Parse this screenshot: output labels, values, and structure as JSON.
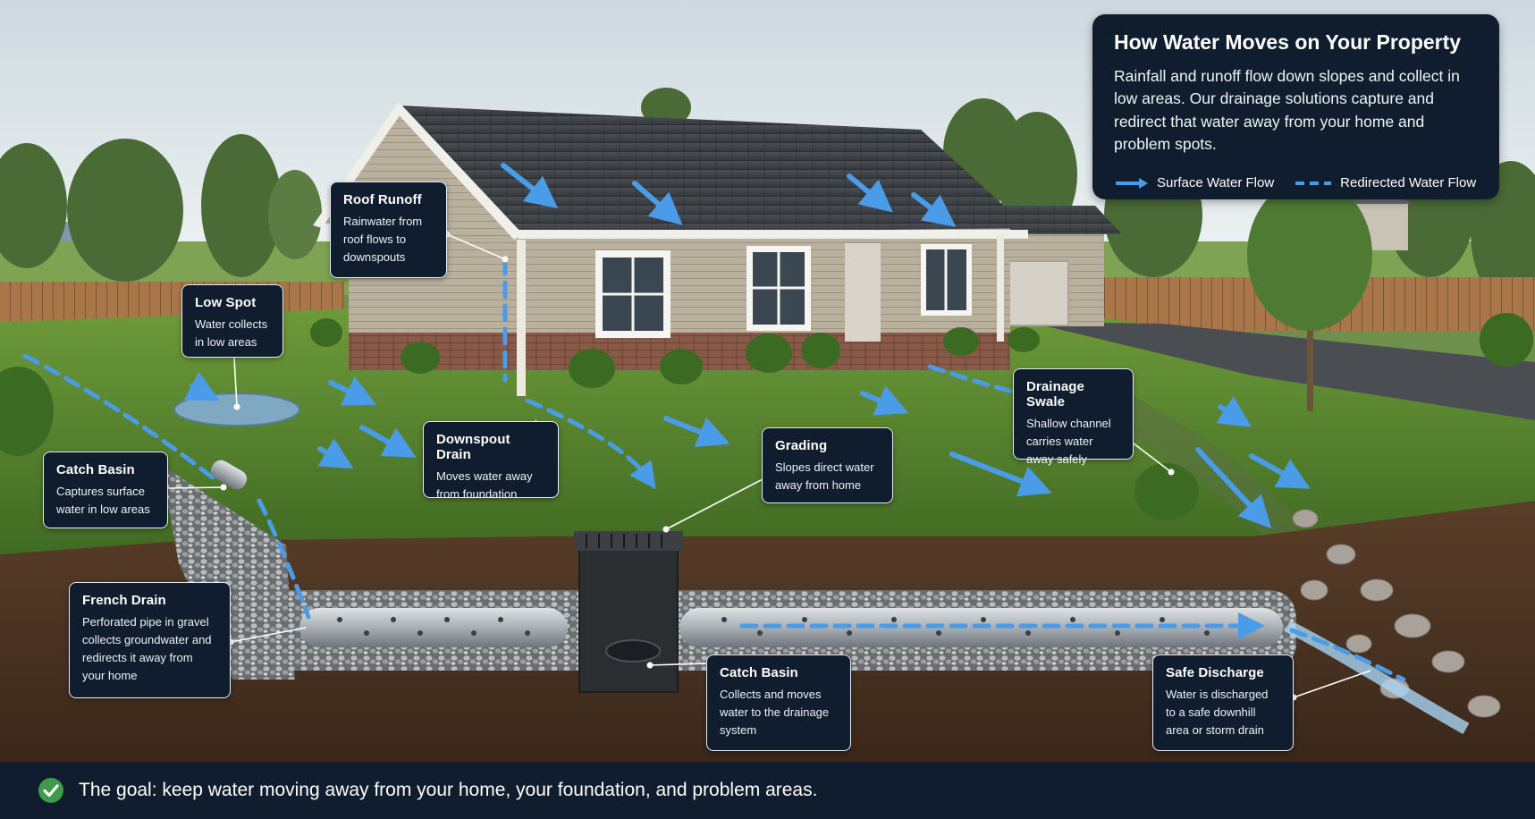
{
  "info": {
    "title": "How Water Moves on Your Property",
    "description": "Rainfall and runoff flow down slopes and collect in low areas. Our drainage solutions capture and redirect that water away from your home and problem spots.",
    "legend": {
      "surface": "Surface Water Flow",
      "redirected": "Redirected Water Flow"
    }
  },
  "callouts": {
    "roof_runoff": {
      "title": "Roof Runoff",
      "desc": "Rainwater from roof flows to downspouts"
    },
    "low_spot": {
      "title": "Low Spot",
      "desc": "Water collects in low areas"
    },
    "downspout_drain": {
      "title": "Downspout Drain",
      "desc": "Moves water away from foundation"
    },
    "grading": {
      "title": "Grading",
      "desc": "Slopes direct water away from home"
    },
    "drainage_swale": {
      "title": "Drainage Swale",
      "desc": "Shallow channel carries water away safely"
    },
    "catch_basin_surface": {
      "title": "Catch Basin",
      "desc": "Captures surface water in low areas"
    },
    "french_drain": {
      "title": "French Drain",
      "desc": "Perforated pipe in gravel collects groundwater and redirects it away from your home"
    },
    "catch_basin_underground": {
      "title": "Catch Basin",
      "desc": "Collects and moves water to the drainage system"
    },
    "safe_discharge": {
      "title": "Safe Discharge",
      "desc": "Water is discharged to a safe downhill area or storm drain"
    }
  },
  "goal": {
    "text": "The goal: keep water moving away from your home, your foundation, and problem areas."
  },
  "colors": {
    "panel": "#0f1d2e",
    "water_arrow": "#4a9be8",
    "check_green": "#3f9a4a",
    "grass": "#4f7a2c",
    "soil": "#4a3322",
    "sky": "#e6ecef"
  },
  "icons": {
    "goal": "check-circle-icon",
    "surface_flow": "solid-arrow-icon",
    "redirected_flow": "dashed-arrow-icon"
  }
}
